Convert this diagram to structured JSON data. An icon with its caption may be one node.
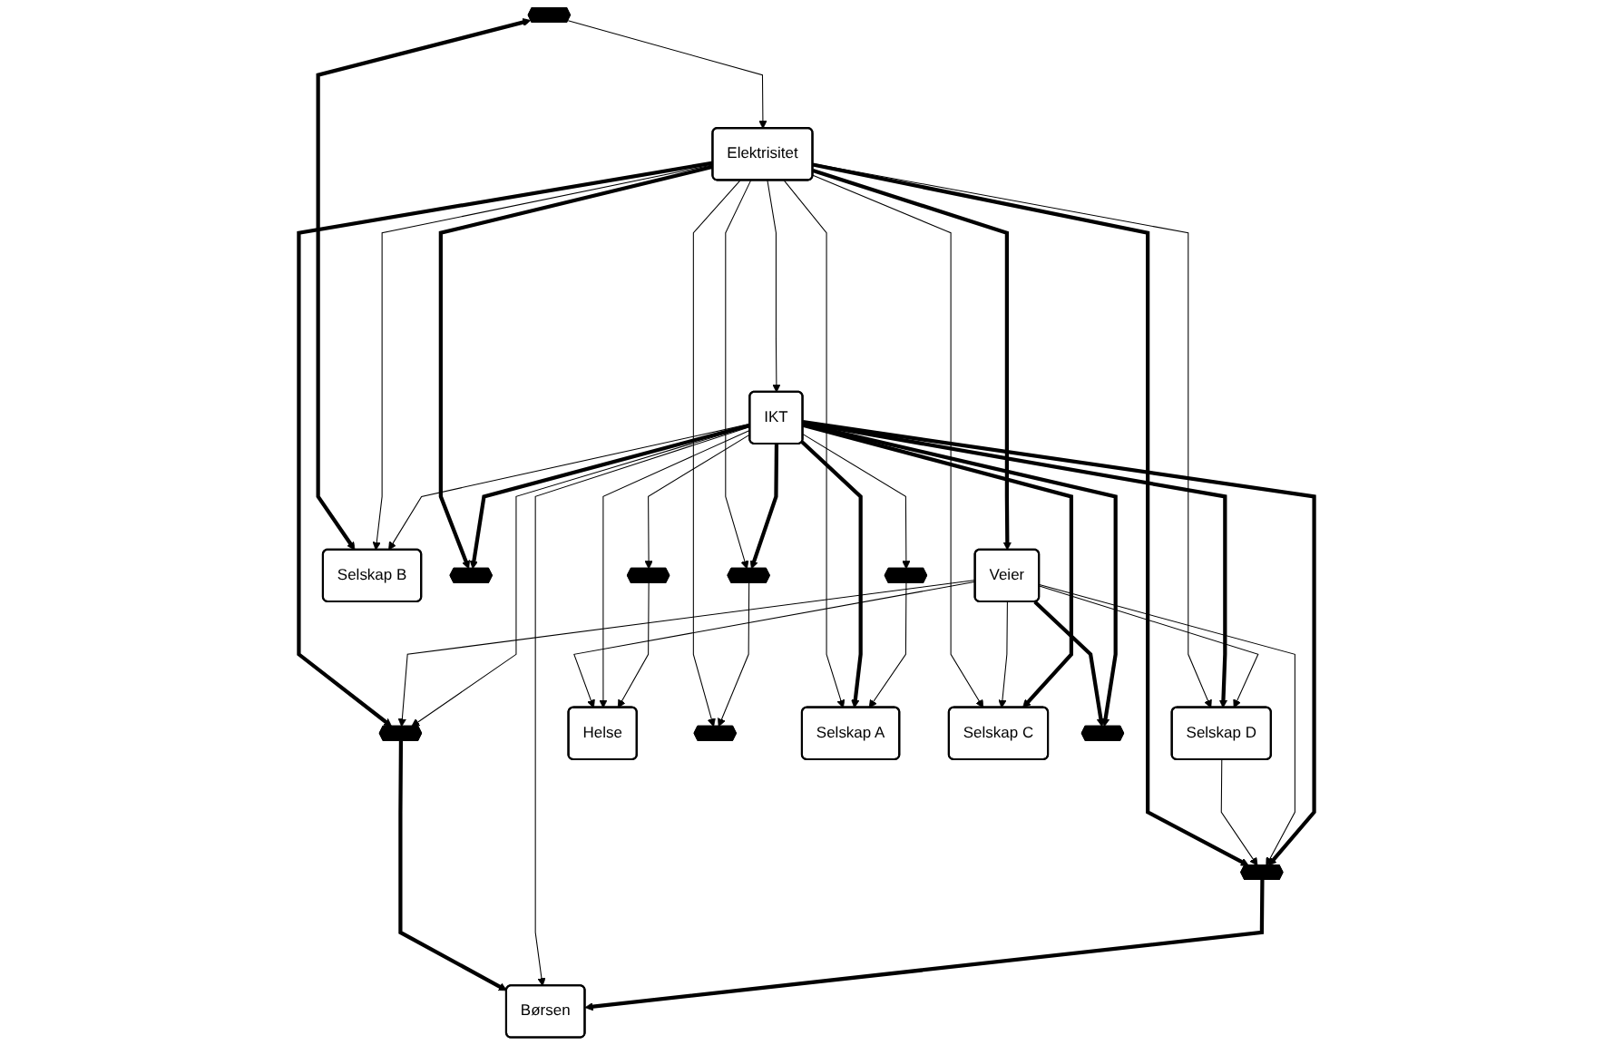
{
  "diagram": {
    "nodes": [
      {
        "text": [
          "Børsen"
        ]
      },
      {
        "text": [],
        "shape": "hexagon"
      },
      {
        "text": [
          "Elektrisitet"
        ]
      },
      {
        "text": [],
        "shape": "hexagon"
      },
      {
        "text": [
          "Veier"
        ]
      },
      {
        "text": [
          "Selskap D"
        ]
      },
      {
        "text": [
          "Selskap B"
        ]
      },
      {
        "text": [
          "IKT"
        ]
      },
      {
        "text": [],
        "shape": "hexagon"
      },
      {
        "text": [],
        "shape": "hexagon"
      },
      {
        "text": [
          "Helse"
        ]
      },
      {
        "text": [],
        "shape": "hexagon"
      },
      {
        "text": [],
        "shape": "hexagon"
      },
      {
        "text": [],
        "shape": "hexagon"
      },
      {
        "text": [],
        "shape": "hexagon"
      },
      {
        "text": [
          "Selskap A"
        ]
      },
      {
        "text": [
          "Selskap C"
        ]
      },
      {
        "text": [],
        "shape": "hexagon"
      }
    ],
    "edges": [
      {
        "from": 2,
        "to": 1,
        "arrow": "to",
        "style": "thick"
      },
      {
        "from": 1,
        "to": 0,
        "arrow": "to",
        "style": "thick"
      },
      {
        "from": 3,
        "to": 2,
        "arrow": "to"
      },
      {
        "from": 3,
        "to": 6,
        "arrow": "both",
        "style": "thick"
      },
      {
        "from": 2,
        "to": 6,
        "arrow": "to"
      },
      {
        "from": 2,
        "to": 7,
        "arrow": "to"
      },
      {
        "from": 2,
        "to": 9,
        "arrow": "to",
        "style": "thick"
      },
      {
        "from": 2,
        "to": 11,
        "arrow": "to"
      },
      {
        "from": 2,
        "to": 12,
        "arrow": "to"
      },
      {
        "from": 2,
        "to": 15,
        "arrow": "to"
      },
      {
        "from": 2,
        "to": 16,
        "arrow": "to"
      },
      {
        "from": 2,
        "to": 8,
        "arrow": "to",
        "style": "thick"
      },
      {
        "from": 2,
        "to": 4,
        "arrow": "to",
        "style": "thick"
      },
      {
        "from": 2,
        "to": 5,
        "arrow": "to"
      },
      {
        "from": 4,
        "to": 1,
        "arrow": "to"
      },
      {
        "from": 7,
        "to": 1,
        "arrow": "to"
      },
      {
        "from": 7,
        "to": 0,
        "arrow": "to"
      },
      {
        "from": 8,
        "to": 0,
        "arrow": "to",
        "style": "thick"
      },
      {
        "from": 7,
        "to": 6,
        "arrow": "to"
      },
      {
        "from": 7,
        "to": 5,
        "arrow": "to",
        "style": "thick"
      },
      {
        "from": 5,
        "to": 8,
        "arrow": "to"
      },
      {
        "from": 4,
        "to": 5,
        "arrow": "to"
      },
      {
        "from": 4,
        "to": 8,
        "arrow": "to"
      },
      {
        "from": 4,
        "to": 16,
        "arrow": "to"
      },
      {
        "from": 4,
        "to": 17,
        "arrow": "to",
        "style": "thick"
      },
      {
        "from": 4,
        "to": 10,
        "arrow": "to"
      },
      {
        "from": 7,
        "to": 8,
        "arrow": "to",
        "style": "thick"
      },
      {
        "from": 7,
        "to": 10,
        "arrow": "to"
      },
      {
        "from": 7,
        "to": 9,
        "arrow": "to",
        "style": "thick"
      },
      {
        "from": 7,
        "to": 12,
        "arrow": "to",
        "style": "thick"
      },
      {
        "from": 7,
        "to": 15,
        "arrow": "to",
        "style": "thick"
      },
      {
        "from": 7,
        "to": 13,
        "arrow": "to"
      },
      {
        "from": 7,
        "to": 16,
        "arrow": "to",
        "style": "thick"
      },
      {
        "from": 7,
        "to": 17,
        "arrow": "to",
        "style": "thick"
      },
      {
        "from": 7,
        "to": 14,
        "arrow": "to"
      },
      {
        "from": 14,
        "to": 10,
        "arrow": "to"
      },
      {
        "from": 13,
        "to": 15,
        "arrow": "to"
      },
      {
        "from": 12,
        "to": 11,
        "arrow": "to"
      }
    ]
  }
}
